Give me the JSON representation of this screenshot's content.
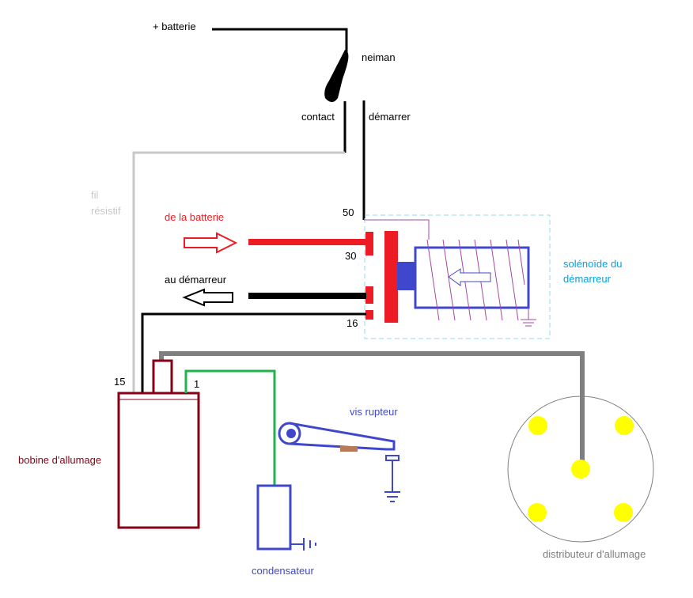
{
  "labels": {
    "battery_plus": "+ batterie",
    "neiman": "neiman",
    "contact": "contact",
    "demarrer": "démarrer",
    "fil": "fil",
    "resistif": "résistif",
    "from_battery": "de la batterie",
    "to_starter": "au démarreur",
    "t50": "50",
    "t30": "30",
    "t16": "16",
    "solenoid_line1": "solénoïde du",
    "solenoid_line2": "démarreur",
    "t15": "15",
    "t1": "1",
    "coil": "bobine d'allumage",
    "breaker": "vis rupteur",
    "capacitor": "condensateur",
    "distributor": "distributeur d'allumage"
  },
  "colors": {
    "black": "#000000",
    "resistive_wire": "#c8c8c8",
    "battery_red": "#ed1c24",
    "solenoid_blue": "#3f48cc",
    "solenoid_purple": "#a349a4",
    "solenoid_box": "#99d9ea",
    "solenoid_label": "#00a2e8",
    "coil_red": "#880015",
    "green": "#22b14c",
    "grey": "#7f7f7f",
    "brown": "#b97a57",
    "yellow": "#ffff00"
  }
}
